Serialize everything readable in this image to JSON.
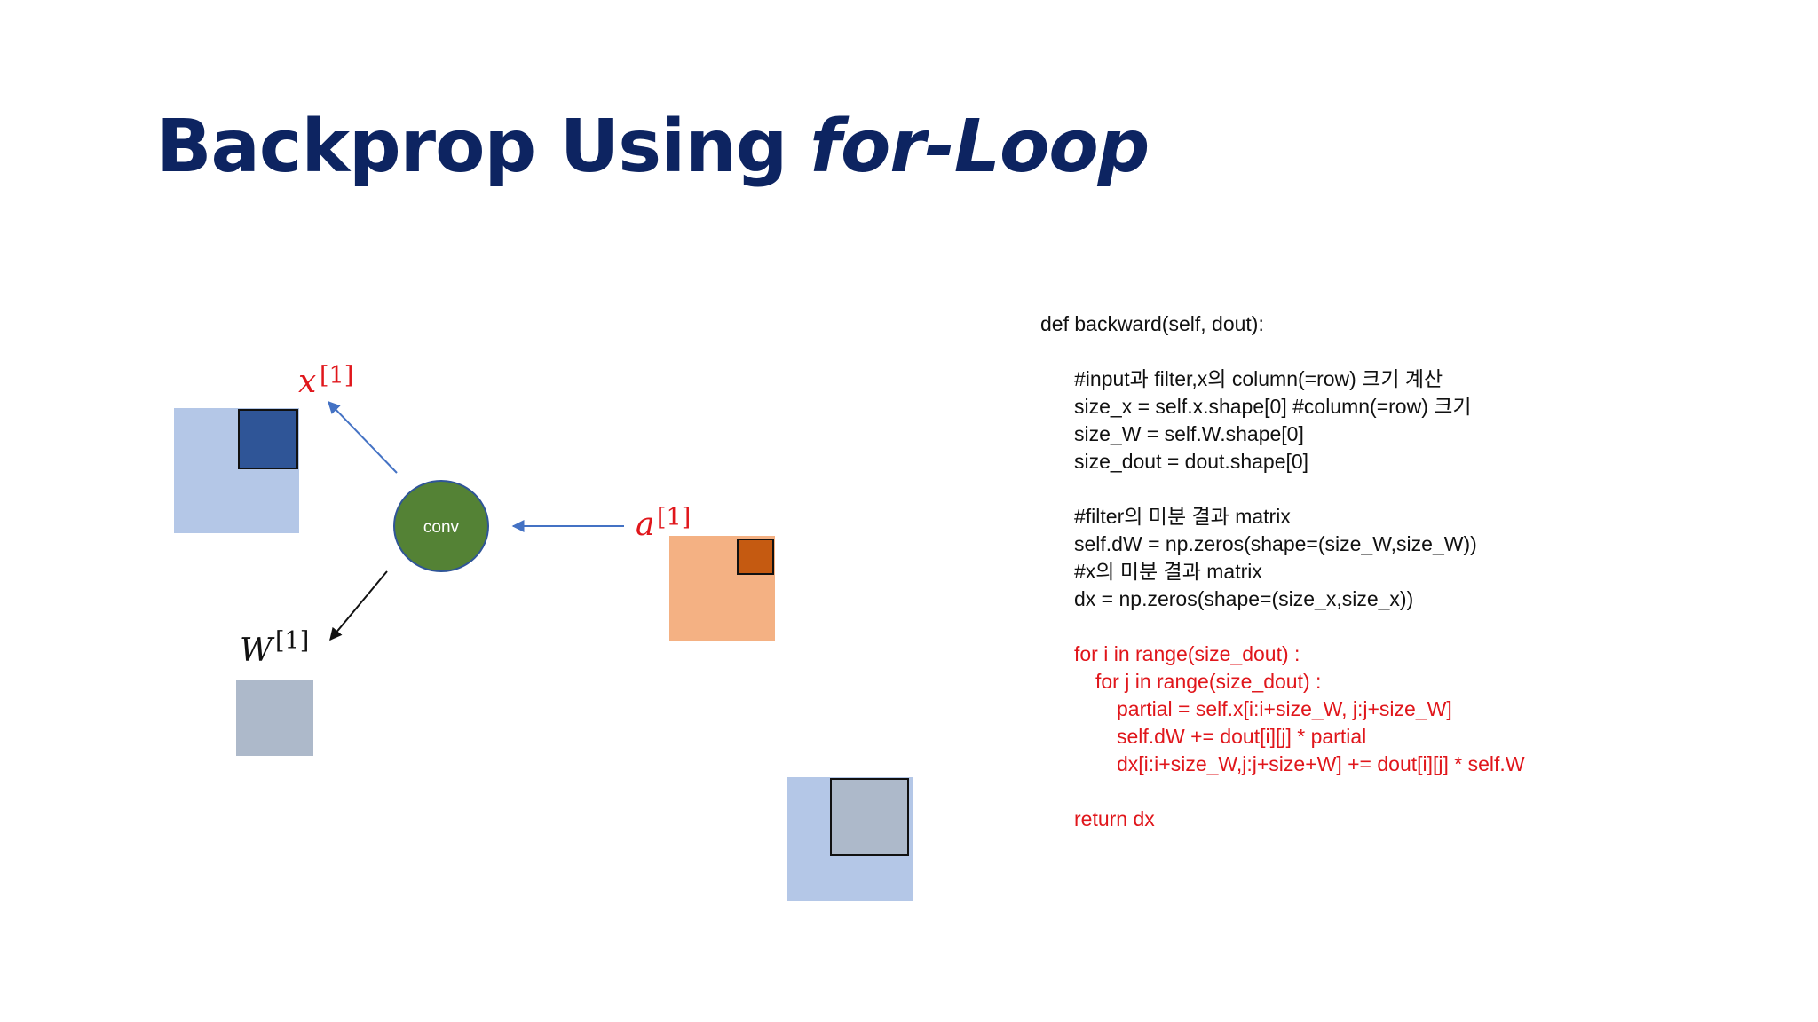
{
  "title": {
    "main": "Backprop Using",
    "italic": "for-Loop"
  },
  "diagram": {
    "conv_label": "conv",
    "x_label": "x",
    "x_sup": "[1]",
    "a_label": "a",
    "a_sup": "[1]",
    "w_label": "W",
    "w_sup": "[1]",
    "colors": {
      "x_matrix": "#b4c7e7",
      "x_filter_window": "#2f5597",
      "a_matrix": "#f4b183",
      "a_cell": "#c55a11",
      "w_matrix": "#adb9ca",
      "conv_node": "#548235",
      "label_red": "#e0161b",
      "arrow_blue": "#4472c4"
    }
  },
  "code": {
    "lines": [
      {
        "text": "def backward(self, dout):",
        "indent": 0,
        "red": false
      },
      {
        "text": "",
        "indent": 0,
        "red": false
      },
      {
        "text": "#input과 filter,x의 column(=row) 크기 계산",
        "indent": 1,
        "red": false
      },
      {
        "text": "size_x = self.x.shape[0] #column(=row) 크기",
        "indent": 1,
        "red": false
      },
      {
        "text": "size_W = self.W.shape[0]",
        "indent": 1,
        "red": false
      },
      {
        "text": "size_dout = dout.shape[0]",
        "indent": 1,
        "red": false
      },
      {
        "text": "",
        "indent": 0,
        "red": false
      },
      {
        "text": "#filter의 미분 결과 matrix",
        "indent": 1,
        "red": false
      },
      {
        "text": "self.dW = np.zeros(shape=(size_W,size_W))",
        "indent": 1,
        "red": false
      },
      {
        "text": "#x의 미분 결과 matrix",
        "indent": 1,
        "red": false
      },
      {
        "text": "dx = np.zeros(shape=(size_x,size_x))",
        "indent": 1,
        "red": false
      },
      {
        "text": "",
        "indent": 0,
        "red": false
      },
      {
        "text": "for i in range(size_dout) :",
        "indent": 1,
        "red": true
      },
      {
        "text": "for j in range(size_dout) :",
        "indent": 2,
        "red": true
      },
      {
        "text": "partial = self.x[i:i+size_W, j:j+size_W]",
        "indent": 3,
        "red": true
      },
      {
        "text": "self.dW += dout[i][j] * partial",
        "indent": 3,
        "red": true
      },
      {
        "text": "dx[i:i+size_W,j:j+size+W] += dout[i][j] * self.W",
        "indent": 3,
        "red": true
      },
      {
        "text": "",
        "indent": 0,
        "red": false
      },
      {
        "text": "return dx",
        "indent": 1,
        "red": true
      }
    ]
  }
}
